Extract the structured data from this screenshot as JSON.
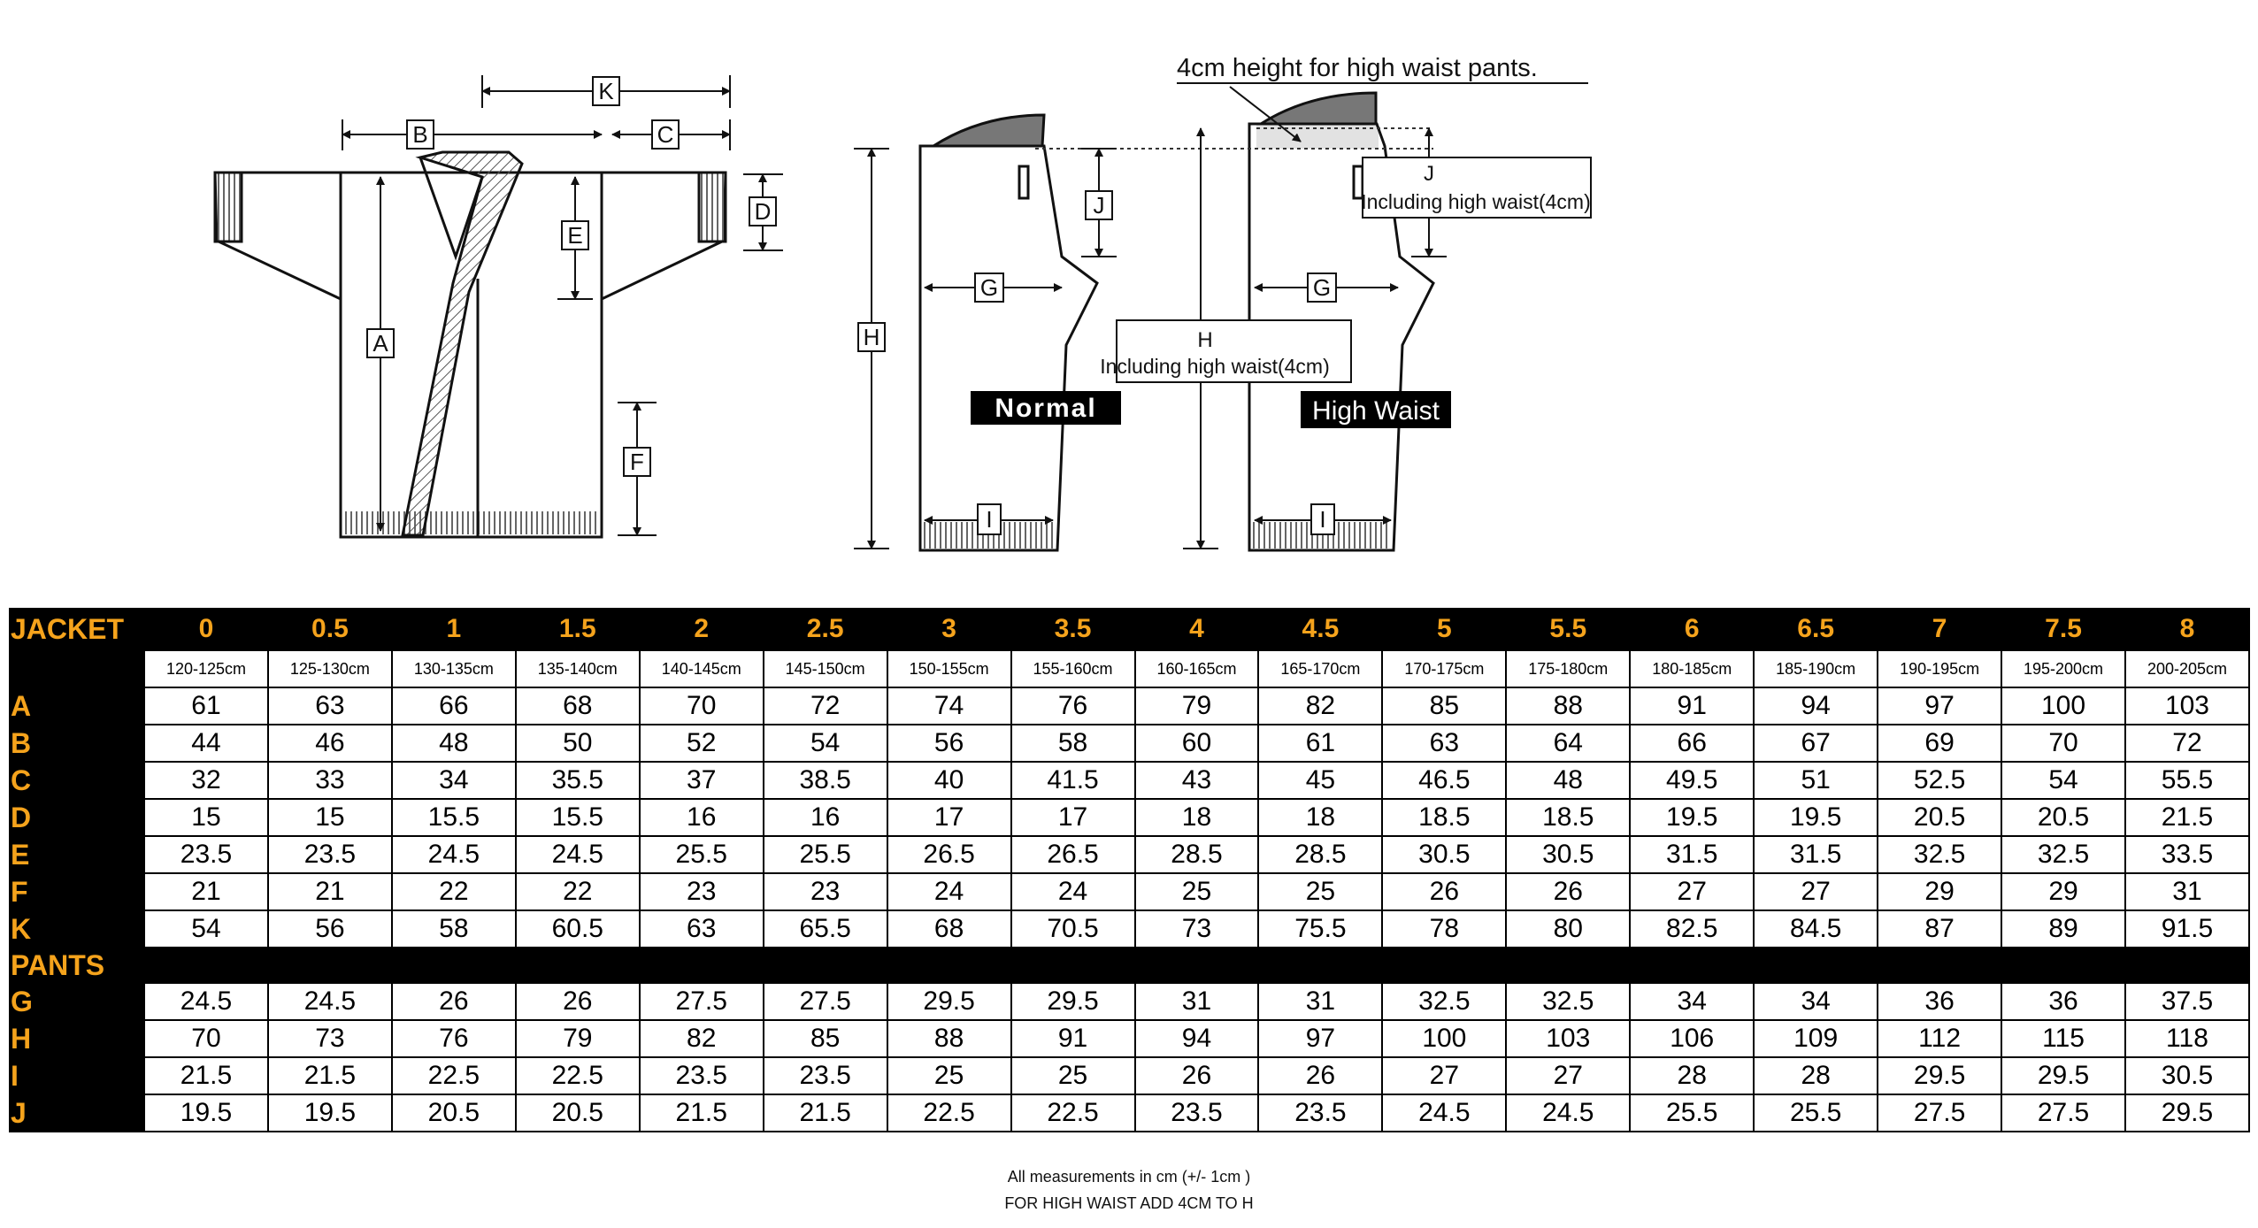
{
  "diagram": {
    "callout_top": "4cm height for high waist pants.",
    "letters": {
      "A": "A",
      "B": "B",
      "C": "C",
      "D": "D",
      "E": "E",
      "F": "F",
      "K": "K",
      "G": "G",
      "H": "H",
      "I": "I",
      "J": "J"
    },
    "h_box_letter": "H",
    "h_box_text": "Including high waist(4cm)",
    "j_box_letter": "J",
    "j_box_text": "Including high waist(4cm)",
    "badge_normal": "Normal",
    "badge_high": "High Waist"
  },
  "table": {
    "jacket_label": "JACKET",
    "pants_label": "PANTS",
    "sizes": [
      "0",
      "0.5",
      "1",
      "1.5",
      "2",
      "2.5",
      "3",
      "3.5",
      "4",
      "4.5",
      "5",
      "5.5",
      "6",
      "6.5",
      "7",
      "7.5",
      "8"
    ],
    "heights": [
      "120-125cm",
      "125-130cm",
      "130-135cm",
      "135-140cm",
      "140-145cm",
      "145-150cm",
      "150-155cm",
      "155-160cm",
      "160-165cm",
      "165-170cm",
      "170-175cm",
      "175-180cm",
      "180-185cm",
      "185-190cm",
      "190-195cm",
      "195-200cm",
      "200-205cm"
    ],
    "jacket_rows": [
      {
        "label": "A",
        "values": [
          "61",
          "63",
          "66",
          "68",
          "70",
          "72",
          "74",
          "76",
          "79",
          "82",
          "85",
          "88",
          "91",
          "94",
          "97",
          "100",
          "103"
        ]
      },
      {
        "label": "B",
        "values": [
          "44",
          "46",
          "48",
          "50",
          "52",
          "54",
          "56",
          "58",
          "60",
          "61",
          "63",
          "64",
          "66",
          "67",
          "69",
          "70",
          "72"
        ]
      },
      {
        "label": "C",
        "values": [
          "32",
          "33",
          "34",
          "35.5",
          "37",
          "38.5",
          "40",
          "41.5",
          "43",
          "45",
          "46.5",
          "48",
          "49.5",
          "51",
          "52.5",
          "54",
          "55.5"
        ]
      },
      {
        "label": "D",
        "values": [
          "15",
          "15",
          "15.5",
          "15.5",
          "16",
          "16",
          "17",
          "17",
          "18",
          "18",
          "18.5",
          "18.5",
          "19.5",
          "19.5",
          "20.5",
          "20.5",
          "21.5"
        ]
      },
      {
        "label": "E",
        "values": [
          "23.5",
          "23.5",
          "24.5",
          "24.5",
          "25.5",
          "25.5",
          "26.5",
          "26.5",
          "28.5",
          "28.5",
          "30.5",
          "30.5",
          "31.5",
          "31.5",
          "32.5",
          "32.5",
          "33.5"
        ]
      },
      {
        "label": "F",
        "values": [
          "21",
          "21",
          "22",
          "22",
          "23",
          "23",
          "24",
          "24",
          "25",
          "25",
          "26",
          "26",
          "27",
          "27",
          "29",
          "29",
          "31"
        ]
      },
      {
        "label": "K",
        "values": [
          "54",
          "56",
          "58",
          "60.5",
          "63",
          "65.5",
          "68",
          "70.5",
          "73",
          "75.5",
          "78",
          "80",
          "82.5",
          "84.5",
          "87",
          "89",
          "91.5"
        ]
      }
    ],
    "pants_rows": [
      {
        "label": "G",
        "values": [
          "24.5",
          "24.5",
          "26",
          "26",
          "27.5",
          "27.5",
          "29.5",
          "29.5",
          "31",
          "31",
          "32.5",
          "32.5",
          "34",
          "34",
          "36",
          "36",
          "37.5"
        ]
      },
      {
        "label": "H",
        "values": [
          "70",
          "73",
          "76",
          "79",
          "82",
          "85",
          "88",
          "91",
          "94",
          "97",
          "100",
          "103",
          "106",
          "109",
          "112",
          "115",
          "118"
        ]
      },
      {
        "label": "I",
        "values": [
          "21.5",
          "21.5",
          "22.5",
          "22.5",
          "23.5",
          "23.5",
          "25",
          "25",
          "26",
          "26",
          "27",
          "27",
          "28",
          "28",
          "29.5",
          "29.5",
          "30.5"
        ]
      },
      {
        "label": "J",
        "values": [
          "19.5",
          "19.5",
          "20.5",
          "20.5",
          "21.5",
          "21.5",
          "22.5",
          "22.5",
          "23.5",
          "23.5",
          "24.5",
          "24.5",
          "25.5",
          "25.5",
          "27.5",
          "27.5",
          "29.5"
        ]
      }
    ]
  },
  "notes": {
    "line1": "All measurements in cm (+/- 1cm )",
    "line2": "FOR HIGH WAIST ADD 4CM TO H"
  },
  "colors": {
    "accent": "#f5a31c",
    "table_bg": "#000000",
    "cell_bg": "#ffffff"
  }
}
